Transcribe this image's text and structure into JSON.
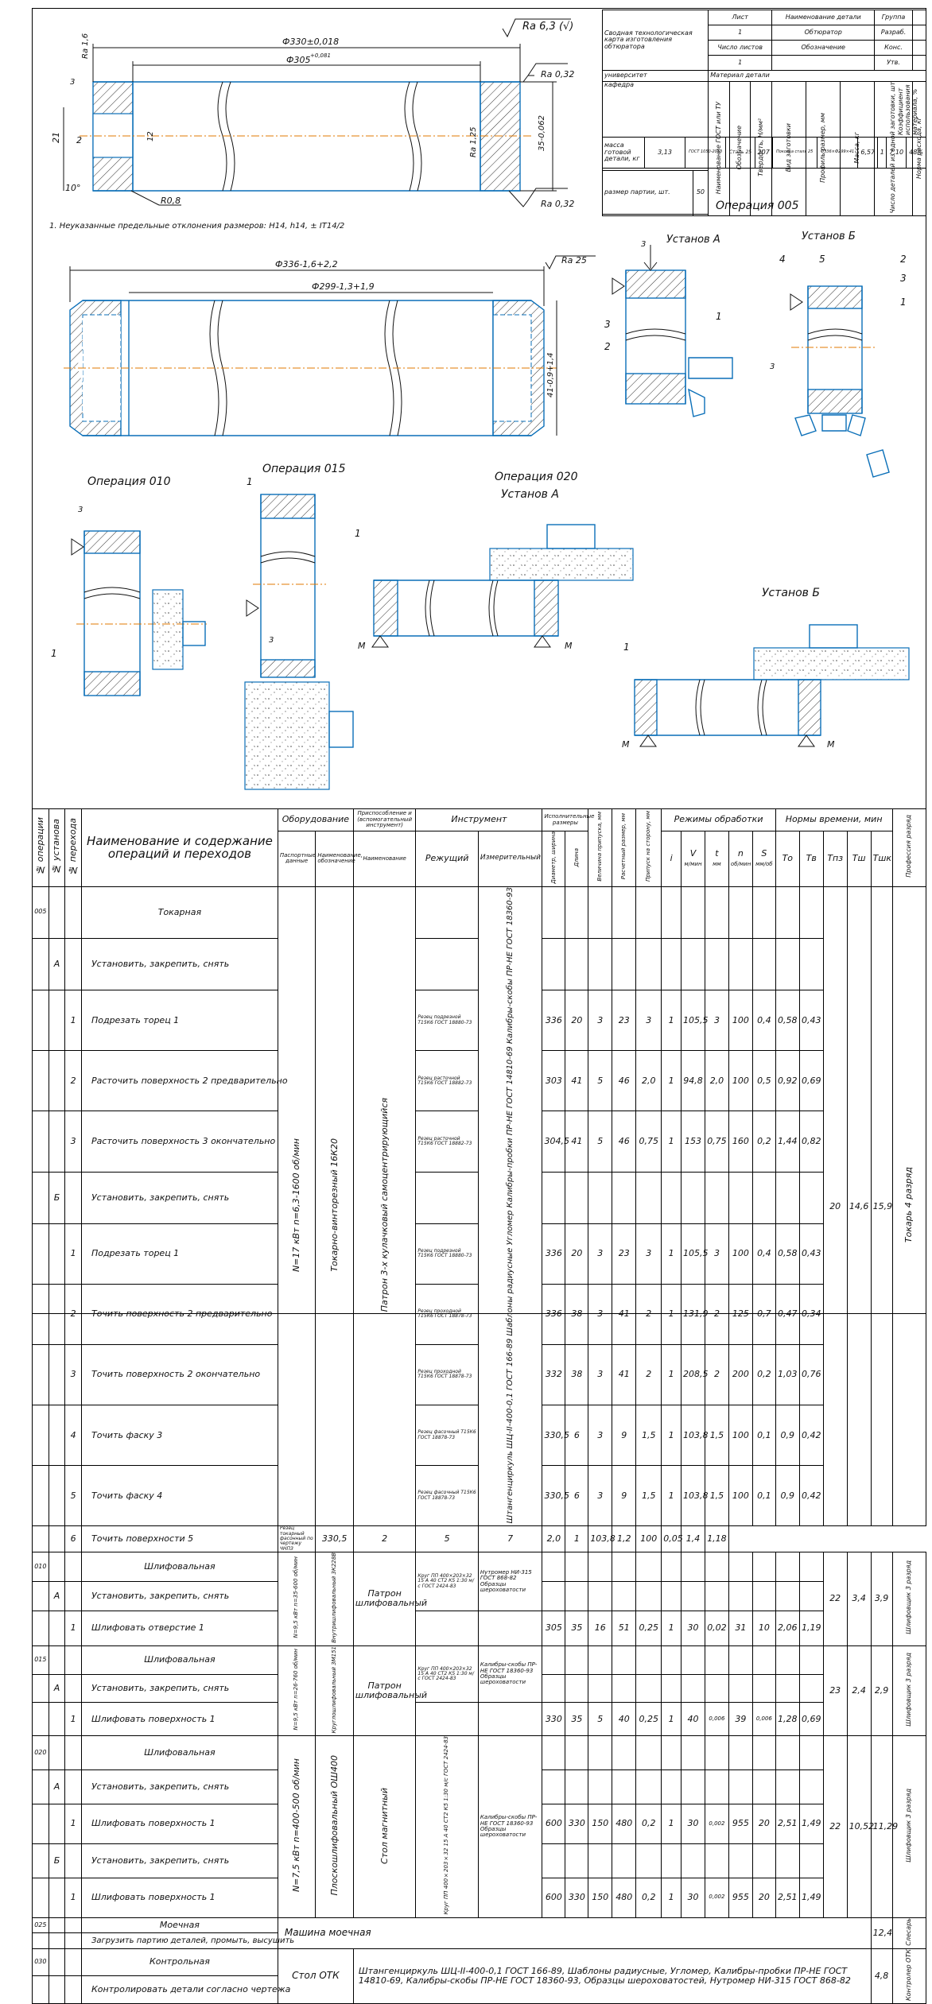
{
  "drawing": {
    "roughness_main": "Ra 6,3 (√)",
    "d_outer": "Ф330±0,018",
    "d_inner": "Ф305",
    "d_inner_tol": "+0,081",
    "ra_top": "Ra 0,32",
    "ra_bottom": "Ra 0,32",
    "ra_left": "Ra 1,6",
    "ra_inner": "Ra 1,25",
    "r08": "R0,8",
    "angle": "10°",
    "dim_21": "21",
    "dim_12": "12",
    "dim_2": "2",
    "dim_3": "3",
    "dim_35": "35-0,062",
    "note": "1. Неуказанные предельные отклонения размеров: H14, h14, ± IT14/2",
    "blank_d_outer": "Ф336-1,6+2,2",
    "blank_d_inner": "Ф299-1,3+1,9",
    "blank_ra": "Ra 25",
    "blank_h": "41-0,9+1,4"
  },
  "sketches": {
    "op005": "Операция 005",
    "set_a": "Установ А",
    "set_b": "Установ Б",
    "op010": "Операция 010",
    "op015": "Операция 015",
    "op020": "Операция 020",
    "op020_set_a": "Установ А",
    "op020_set_b": "Установ Б",
    "m": "М",
    "n1": "1",
    "n2": "2",
    "n3": "3",
    "n4": "4",
    "n5": "5"
  },
  "title_block": {
    "card_name": "Сводная технологическая карта изготовления обтюратора",
    "sheet": "Лист",
    "sheet_val": "1",
    "part_name_h": "Наименование детали",
    "part_name": "Обтюратор",
    "group": "Группа",
    "dev": "Разраб.",
    "cons": "Конс.",
    "appr": "Утв.",
    "sheets_count": "Число листов",
    "sheets_val": "1",
    "designation": "Обозначение",
    "university": "университет",
    "dept": "кафедра",
    "material": "Материал детали",
    "batch_h": "размер партии, шт.",
    "batch": "50",
    "mass_h": "масса готовой детали, кг",
    "mass": "3,13",
    "col1": "Наименование ГОСТ или ТУ",
    "col2": "Обозначение",
    "col3": "Твердость, H/мм²",
    "col4": "Вид заготовки",
    "col5": "Профиль размер, мм",
    "col6": "Масса, кг",
    "col7": "Число деталей из одной заготовки, шт",
    "col8": "Норма расхода, кг",
    "col9": "Коэффициент использования материала, %",
    "v1": "ГОСТ 1050-2013",
    "v2": "Сталь 25",
    "v3": "207",
    "v4": "Поковка сталь 25",
    "v5": "Ф336×Ф299×41",
    "v6": "6,57",
    "v7": "1",
    "v8": "7,10",
    "v9": "48%"
  },
  "ops_header": {
    "op_no": "№ операции",
    "set_no": "№ установа",
    "step_no": "№ перехода",
    "title": "Наименование и содержание операций и переходов",
    "equipment": "Оборудование",
    "eq_pass": "Паспортные данные",
    "eq_name": "Наименование, обозначение",
    "fixture": "Приспособление и (вспомогательный инструмент)",
    "fix_name": "Наименование",
    "tool": "Инструмент",
    "cutting": "Режущий",
    "measuring": "Измерительный",
    "exec_dims": "Исполнительные размеры",
    "dia": "Диаметр, ширина",
    "len": "Длина",
    "allow": "Величина припуска, мм",
    "calc": "Расчетный размер, мм",
    "allow_side": "Припуск на сторону, мм",
    "modes": "Режимы обработки",
    "i": "i",
    "v": "V",
    "v_u": "м/мин",
    "t": "t",
    "t_u": "мм",
    "n": "n",
    "n_u": "об/мин",
    "s": "S",
    "s_u": "мм/об",
    "norms": "Нормы времени, мин",
    "to": "Tо",
    "tv": "Tв",
    "tpz": "Tпз",
    "tsh": "Tш",
    "tshk": "Tшк",
    "prof": "Профессия разряд"
  },
  "ops": {
    "o005": "005",
    "o005_name": "Токарная",
    "a": "А",
    "b": "Б",
    "s_mount": "Установить, закрепить, снять",
    "r1": "Подрезать торец 1",
    "r2": "Расточить поверхность 2 предварительно",
    "r3": "Расточить поверхность 3 окончательно",
    "r5": "Подрезать торец 1",
    "r6": "Точить поверхность 2 предварительно",
    "r7": "Точить поверхность 2 окончательно",
    "r8": "Точить фаску 3",
    "r9": "Точить фаску 4",
    "r10": "Точить поверхности 5",
    "eq005_pass": "N=17 кВт n=6,3-1600 об/мин",
    "eq005_name": "Токарно-винторезный 16К20",
    "fix005": "Патрон 3-х кулачковый самоцентрирующийся",
    "meas005": "Штангенциркуль ШЦ-II-400-0,1 ГОСТ 166-89 Шаблоны радиусные Угломер Калибры-пробки ПР-НЕ ГОСТ 14810-69 Калибры-скобы ПР-НЕ ГОСТ 18360-93",
    "cut1": "Резец подрезной Т15К6 ГОСТ 18880-73",
    "cut2": "Резец расточной Т15К6 ГОСТ 18882-73",
    "cut3": "Резец расточной Т15К6 ГОСТ 18882-73",
    "cut5": "Резец подрезной Т15К6 ГОСТ 18880-73",
    "cut6": "Резец проходной Т15К6 ГОСТ 18878-73",
    "cut7": "Резец проходной Т15К6 ГОСТ 18878-73",
    "cut8": "Резец фасочный Т15К6 ГОСТ 18878-73",
    "cut9": "Резец фасочный Т15К6 ГОСТ 18878-73",
    "cut10": "Резец токарный фасонный по чертежу ЧНПЗ",
    "rows005": [
      [
        "336",
        "20",
        "3",
        "23",
        "3",
        "1",
        "105,5",
        "3",
        "100",
        "0,4",
        "0,58",
        "0,43"
      ],
      [
        "303",
        "41",
        "5",
        "46",
        "2,0",
        "1",
        "94,8",
        "2,0",
        "100",
        "0,5",
        "0,92",
        "0,69"
      ],
      [
        "304,5",
        "41",
        "5",
        "46",
        "0,75",
        "1",
        "153",
        "0,75",
        "160",
        "0,2",
        "1,44",
        "0,82"
      ],
      [
        "336",
        "20",
        "3",
        "23",
        "3",
        "1",
        "105,5",
        "3",
        "100",
        "0,4",
        "0,58",
        "0,43"
      ],
      [
        "336",
        "38",
        "3",
        "41",
        "2",
        "1",
        "131,9",
        "2",
        "125",
        "0,7",
        "0,47",
        "0,34"
      ],
      [
        "332",
        "38",
        "3",
        "41",
        "2",
        "1",
        "208,5",
        "2",
        "200",
        "0,2",
        "1,03",
        "0,76"
      ],
      [
        "330,5",
        "6",
        "3",
        "9",
        "1,5",
        "1",
        "103,8",
        "1,5",
        "100",
        "0,1",
        "0,9",
        "0,42"
      ],
      [
        "330,5",
        "6",
        "3",
        "9",
        "1,5",
        "1",
        "103,8",
        "1,5",
        "100",
        "0,1",
        "0,9",
        "0,42"
      ],
      [
        "330,5",
        "2",
        "5",
        "7",
        "2,0",
        "1",
        "103,8",
        "1,2",
        "100",
        "0,05",
        "1,4",
        "1,18"
      ]
    ],
    "tpz005": "20",
    "tsh005": "14,6",
    "tshk005": "15,9",
    "prof005": "Токарь 4 разряд",
    "o010": "010",
    "o010_name": "Шлифовальная",
    "r12": "Шлифовать отверстие 1",
    "eq010_pass": "N=9,5 кВт n=35-600 об/мин",
    "eq010_name": "Внутришлифовальный 3К228В",
    "fix010": "Патрон шлифовальный",
    "cut12": "Круг ПП 400×203×32 15 А 40 СТ2 К5 1:30 м/с ГОСТ 2424-83",
    "meas12": "Нутромер НИ-315 ГОСТ 868-82 Образцы шероховатости",
    "row12": [
      "305",
      "35",
      "16",
      "51",
      "0,25",
      "1",
      "30",
      "0,02",
      "31",
      "10",
      "2,06",
      "1,19"
    ],
    "tpz010": "22",
    "tsh010": "3,4",
    "tshk010": "3,9",
    "prof010": "Шлифовщик 3 разряд",
    "o015": "015",
    "o015_name": "Шлифовальная",
    "r15": "Шлифовать поверхность 1",
    "eq015_pass": "N=9,5 кВт n=26-760 об/мин",
    "eq015_name": "Круглошлифовальный 3М151",
    "fix015": "Патрон шлифовальный",
    "cut15": "Круг ПП 400×203×32 15 А 40 СТ2 К5 1:30 м/с ГОСТ 2424-83",
    "meas15": "Калибры-скобы ПР-НЕ ГОСТ 18360-93 Образцы шероховатости",
    "row15": [
      "330",
      "35",
      "5",
      "40",
      "0,25",
      "1",
      "40",
      "0,006",
      "39",
      "0,006",
      "1,28",
      "0,69"
    ],
    "tpz015": "23",
    "tsh015": "2,4",
    "tshk015": "2,9",
    "prof015": "Шлифовщик 3 разряд",
    "o020": "020",
    "o020_name": "Шлифовальная",
    "r18": "Шлифовать поверхность 1",
    "r20": "Шлифовать поверхность 1",
    "eq020_pass": "N=7,5 кВт n=400-500 об/мин",
    "eq020_name": "Плоскошлифовальный ОШ400",
    "fix020": "Стол магнитный",
    "cut020": "Круг ПП 400×203×32 15 А 40 СТ2 К5 1:30 м/с ГОСТ 2424-83",
    "meas020": "Калибры-скобы ПР-НЕ ГОСТ 18360-93 Образцы шероховатости",
    "row18": [
      "600",
      "330",
      "150",
      "480",
      "0,2",
      "1",
      "30",
      "0,002",
      "955",
      "20",
      "2,51",
      "1,49"
    ],
    "row20": [
      "600",
      "330",
      "150",
      "480",
      "0,2",
      "1",
      "30",
      "0,002",
      "955",
      "20",
      "2,51",
      "1,49"
    ],
    "tpz020": "22",
    "tsh020": "10,52",
    "tshk020": "11,29",
    "prof020": "Шлифовщик 3 разряд",
    "o025": "025",
    "o025_name": "Моечная",
    "r22": "Загрузить партию деталей, промыть, высушить",
    "eq025": "Машина моечная",
    "tshk025": "12,4",
    "prof025": "Слесарь",
    "o030": "030",
    "o030_name": "Контрольная",
    "r24": "Контролировать детали согласно чертежа",
    "eq030": "Стол ОТК",
    "meas030": "Штангенциркуль ШЦ-II-400-0,1 ГОСТ 166-89, Шаблоны радиусные, Угломер, Калибры-пробки ПР-НЕ ГОСТ 14810-69, Калибры-скобы ПР-НЕ ГОСТ 18360-93, Образцы шероховатостей, Нутромер НИ-315 ГОСТ 868-82",
    "tshk030": "4,8",
    "prof030": "Контролер ОТК"
  }
}
